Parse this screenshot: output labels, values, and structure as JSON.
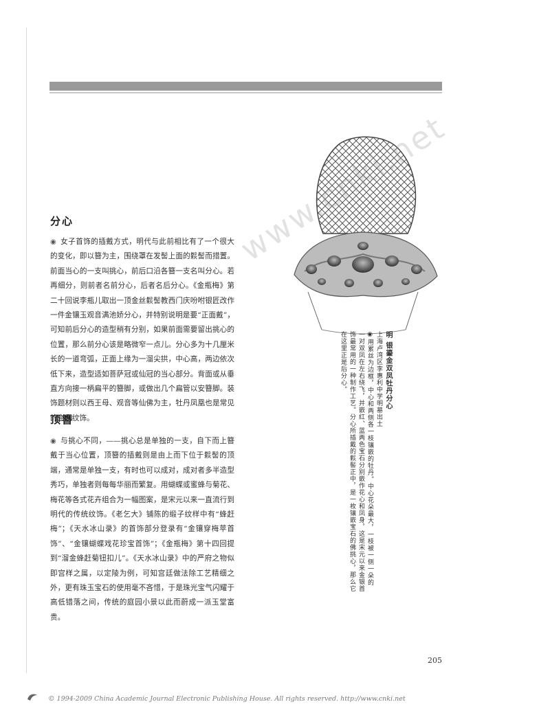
{
  "sections": [
    {
      "heading": "分心",
      "paragraph": "女子首饰的插戴方式，明代与此前相比有了一个很大的变化，即以簪为主，围绕罩在发髻上面的鬏髻而措置。前面当心的一支叫挑心，前后口沿各簪一支名叫分心。若再细分，则前者名前分心，后者名后分心。《金瓶梅》第二十回说李瓶儿取出一顶金丝鬏髻教西门庆吩咐银匠改作一件金镶玉观音满池娇分心，并特别说明是要“正面戴”，可知前后分心的造型稍有分别，如果前面需要留出挑心的位置，那么前分心该是略微窄一点儿。分心多为十几厘米长的一道弯弧，正面上缘为一溜尖拱，中心高，两边依次低下来，造型适如菩萨冠或仙冠的当心部分。背面或从垂直方向接一柄扁平的簪脚，或做出几个扁管以安簪脚。装饰题材则以西王母、观音等仙佛为主，牡丹凤凰也是常见的主题纹饰。"
    },
    {
      "heading": "顶簪",
      "paragraph": "与挑心不同，——挑心总是单独的一支，自下而上簪戴于当心位置，顶簪的插戴则是由上而下位于鬏髻的顶端，通常是单独一支，有时也可以成对，成对者多半造型秀巧，单独者则每每华丽而繁复。用蝴蝶或蜜蜂与菊花、梅花等各式花卉组合为一幅图案，是宋元以来一直流行到明代的传统纹饰。《老乞大》铺陈的缎子纹样中有“蜂赶梅”；《天水冰山录》的首饰部分登录有“金镶穿梅苹首饰”、“金镶蝴蝶戏花珍宝首饰”；《金瓶梅》第十四回提到“溜金蜂赶菊钮扣儿”。《天水冰山录》中的严府之物似即宫样之属，以定陵为例，可知宫廷做法除工艺精细之外，更有珠玉宝石的使用毫不吝惜，于是珠光宝气闪耀于高低错落之间，传统的庭园小景以此而蔚成一派玉堂富贵。"
    }
  ],
  "caption": {
    "title": "明 银鎏金双凤牡丹分心",
    "source": "上海卢湾区李惠利中学明墓出土",
    "text": "用累丝为边框，中心和两侧各一枝镶嵌的牡丹。中心花朵最大，一枝被一侧一朵的一对双凤在左右绕飞，并嵌红、蓝两色宝石分别嵌作花心和凤身，这是宋元以来金银首饰最常用的一种制作工艺。分心所插戴的鬏髻正中，是一枚镶嵌宝石的佛挑心，那么它在这里正是后分心。"
  },
  "watermark": "www.cnki.net",
  "page_number": "205",
  "footer": "© 1994-2009 China Academic Journal Electronic Publishing House. All rights reserved.    http://www.cnki.net"
}
